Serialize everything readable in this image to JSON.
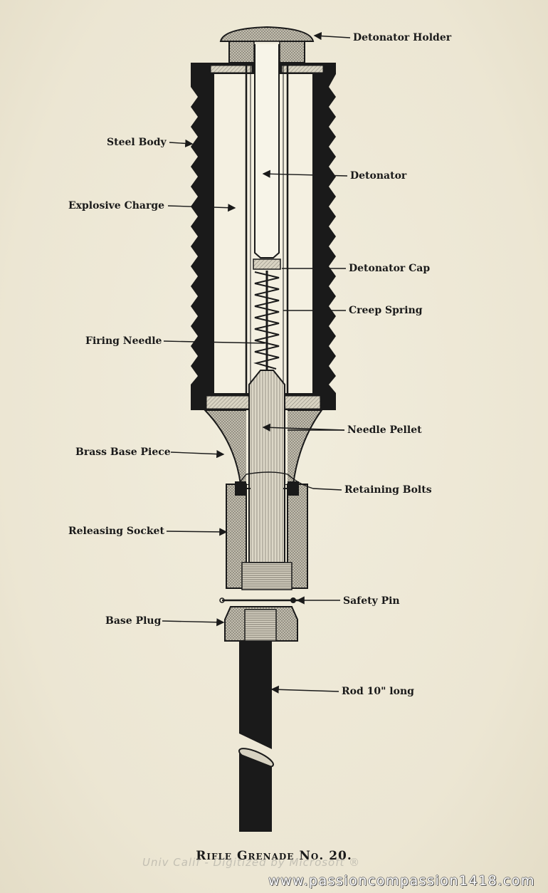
{
  "labels": {
    "detonator_holder": "Detonator Holder",
    "steel_body": "Steel Body",
    "detonator": "Detonator",
    "explosive_charge": "Explosive Charge",
    "detonator_cap": "Detonator Cap",
    "creep_spring": "Creep Spring",
    "firing_needle": "Firing Needle",
    "needle_pellet": "Needle Pellet",
    "brass_base_piece": "Brass Base Piece",
    "retaining_bolts": "Retaining Bolts",
    "releasing_socket": "Releasing Socket",
    "safety_pin": "Safety Pin",
    "base_plug": "Base Plug",
    "rod": "Rod 10\" long"
  },
  "caption": "Rifle Grenade No. 20.",
  "watermarks": {
    "faint": "Univ Calif - Digitized by Microsoft ®",
    "site": "www.passioncompassion1418.com"
  },
  "colors": {
    "paper": "#eeead9",
    "ink": "#1a1a1a",
    "hatch": "#9a968a"
  }
}
